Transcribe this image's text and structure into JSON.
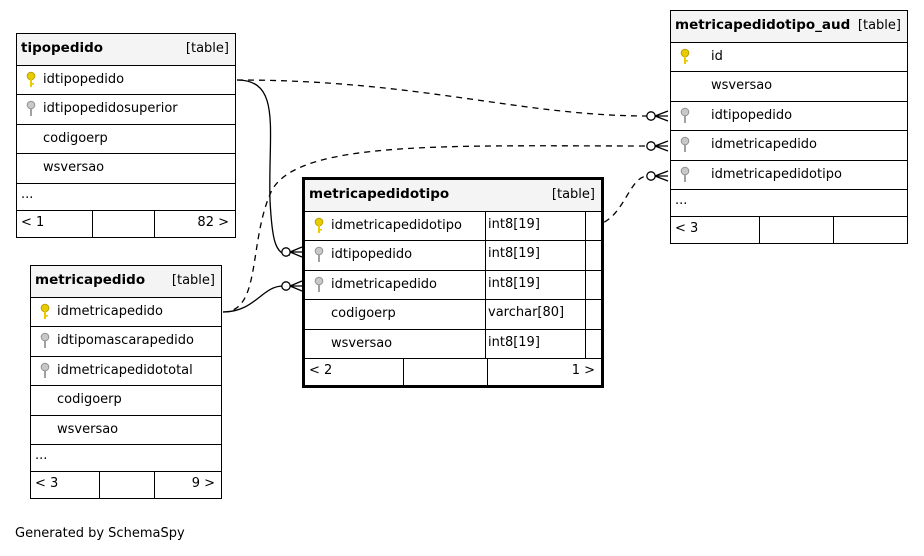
{
  "footer": "Generated by SchemaSpy",
  "tables": {
    "tipopedido": {
      "name": "tipopedido",
      "type": "[table]",
      "columns": [
        "idtipopedido",
        "idtipopedidosuperior",
        "codigoerp",
        "wsversao"
      ],
      "more": "...",
      "parents": "< 1",
      "children": "82 >"
    },
    "metricapedido": {
      "name": "metricapedido",
      "type": "[table]",
      "columns": [
        "idmetricapedido",
        "idtipomascarapedido",
        "idmetricapedidototal",
        "codigoerp",
        "wsversao"
      ],
      "more": "...",
      "parents": "< 3",
      "children": "9 >"
    },
    "metricapedidotipo": {
      "name": "metricapedidotipo",
      "type": "[table]",
      "columns": [
        "idmetricapedidotipo",
        "idtipopedido",
        "idmetricapedido",
        "codigoerp",
        "wsversao"
      ],
      "types": [
        "int8[19]",
        "int8[19]",
        "int8[19]",
        "varchar[80]",
        "int8[19]"
      ],
      "parents": "< 2",
      "children": "1 >"
    },
    "metricapedidotipo_aud": {
      "name": "metricapedidotipo_aud",
      "type": "[table]",
      "columns": [
        "id",
        "wsversao",
        "idtipopedido",
        "idmetricapedido",
        "idmetricapedidotipo"
      ],
      "more": "...",
      "parents": "< 3"
    }
  },
  "colors": {
    "primary_key": "#e8cc00",
    "foreign_key": "#a0a0a0",
    "header_bg": "#f4f4f4"
  }
}
